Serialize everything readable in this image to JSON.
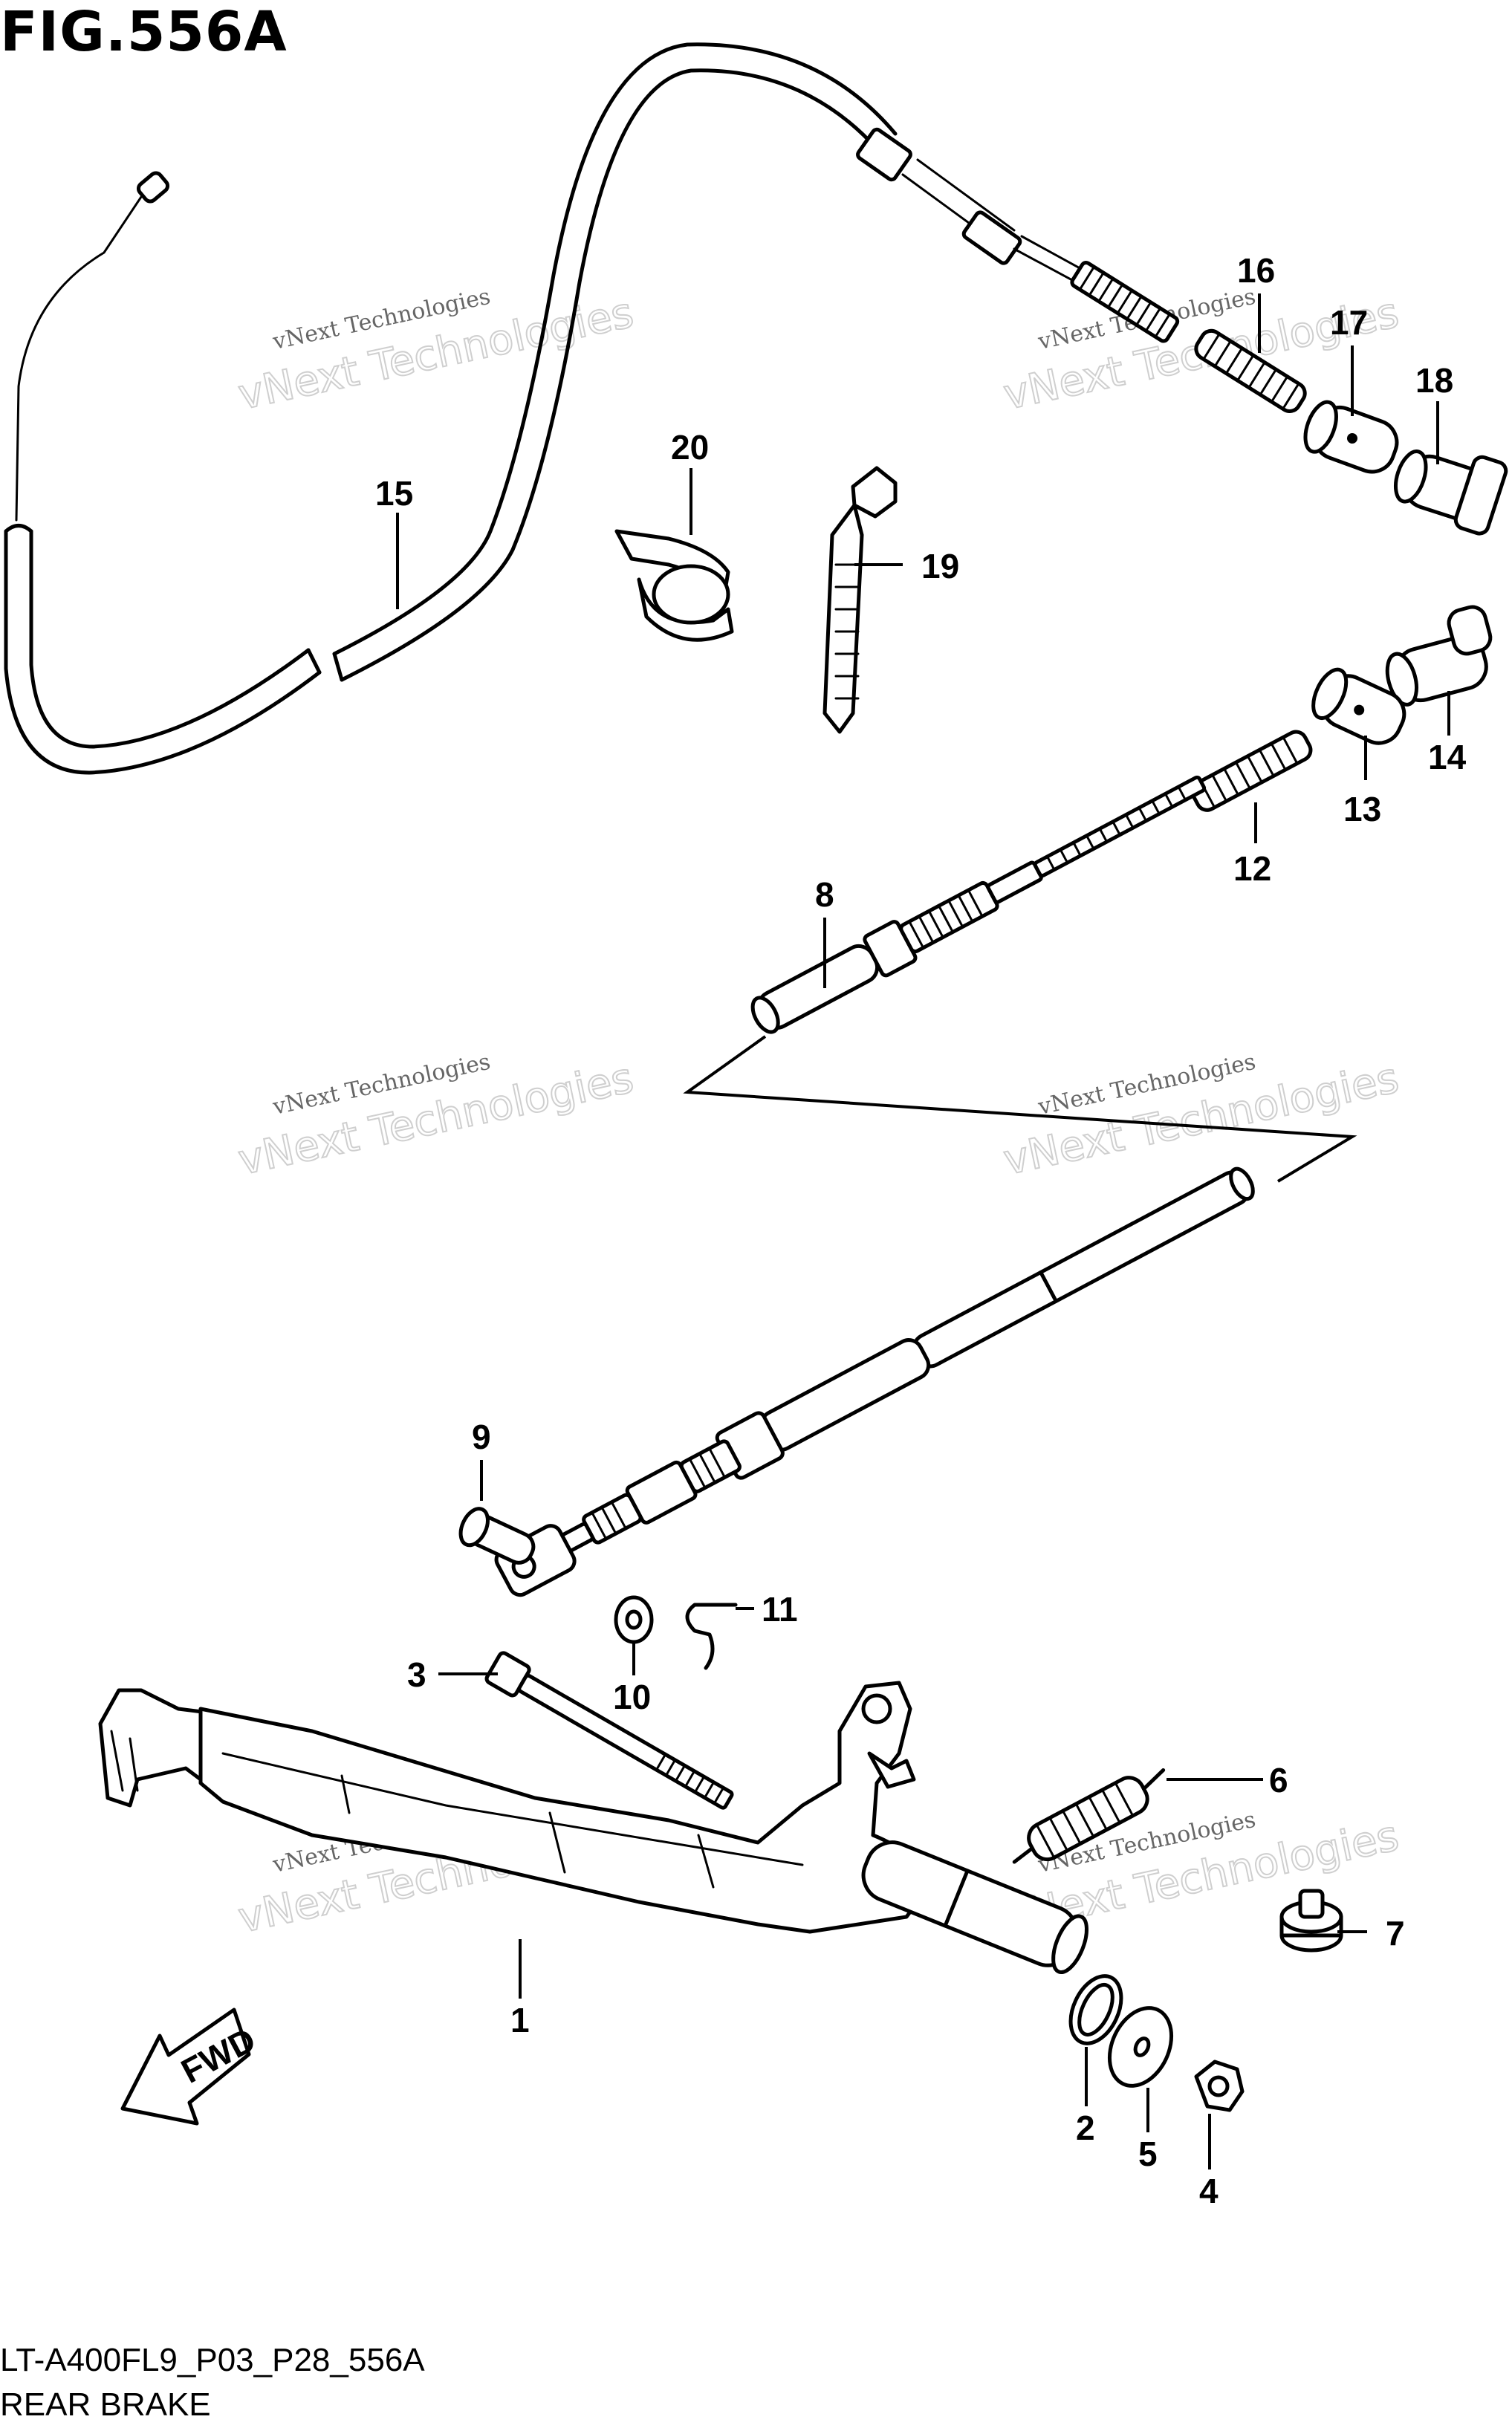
{
  "figure_title": "FIG.556A",
  "diagram_code": "LT-A400FL9_P03_P28_556A",
  "section_name": "REAR BRAKE",
  "fwd_label": "FWD",
  "watermark": {
    "line1": "vNext Technologies",
    "line2": "vNext Technologies"
  },
  "callouts": [
    "1",
    "2",
    "3",
    "4",
    "5",
    "6",
    "7",
    "8",
    "9",
    "10",
    "11",
    "12",
    "13",
    "14",
    "15",
    "16",
    "17",
    "18",
    "19",
    "20"
  ]
}
